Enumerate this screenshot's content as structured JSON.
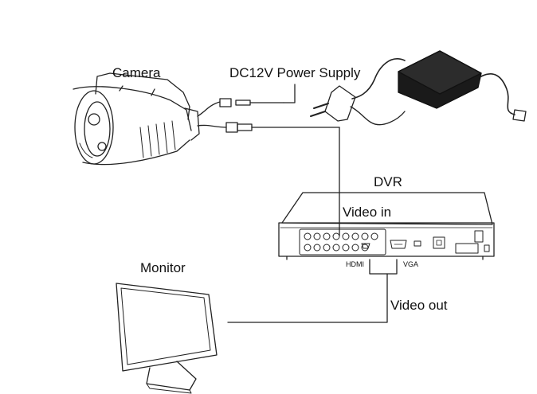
{
  "labels": {
    "camera": "Camera",
    "power_supply": "DC12V Power Supply",
    "dvr": "DVR",
    "video_in": "Video in",
    "monitor": "Monitor",
    "hdmi": "HDMI",
    "vga": "VGA",
    "video_out": "Video out"
  },
  "icons": [
    "camera-icon",
    "power-adapter-icon",
    "power-plug-icon",
    "dvr-icon",
    "monitor-icon"
  ],
  "colors": {
    "line": "#222222",
    "background": "#ffffff"
  }
}
